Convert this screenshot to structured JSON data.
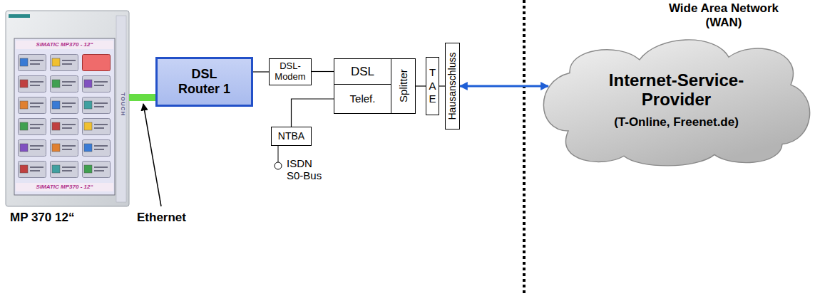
{
  "diagram": {
    "nodes": [
      {
        "text": [
          "DSL Router 1"
        ]
      },
      {
        "text": [
          "DSL- Modem"
        ]
      },
      {
        "text": [
          "DSL"
        ]
      },
      {
        "text": [
          "Telef."
        ]
      },
      {
        "text": [
          "Splitter"
        ]
      },
      {
        "text": [
          "T A E"
        ]
      },
      {
        "text": [
          "Hausanschluss"
        ]
      },
      {
        "text": [
          "NTBA"
        ]
      },
      {
        "text": [
          "Internet-Service- Provider",
          "(T-Online, Freenet.de)"
        ]
      }
    ],
    "edges": [
      {
        "from": 0,
        "to": 1,
        "arrow": "none"
      },
      {
        "from": 1,
        "to": 2,
        "arrow": "none"
      },
      {
        "from": 3,
        "to": 7,
        "arrow": "none"
      },
      {
        "from": 4,
        "to": 5,
        "arrow": "none"
      },
      {
        "from": 5,
        "to": 6,
        "arrow": "none"
      },
      {
        "from": 6,
        "to": 8,
        "arrow": "both"
      }
    ],
    "labels": [
      "MP 370 12“",
      "Ethernet",
      "ISDN S0-Bus",
      "Wide Area Network (WAN)",
      "SIMATIC MP370 - 12“",
      "SIMATIC MP370 - 12“",
      "TOUCH"
    ]
  }
}
